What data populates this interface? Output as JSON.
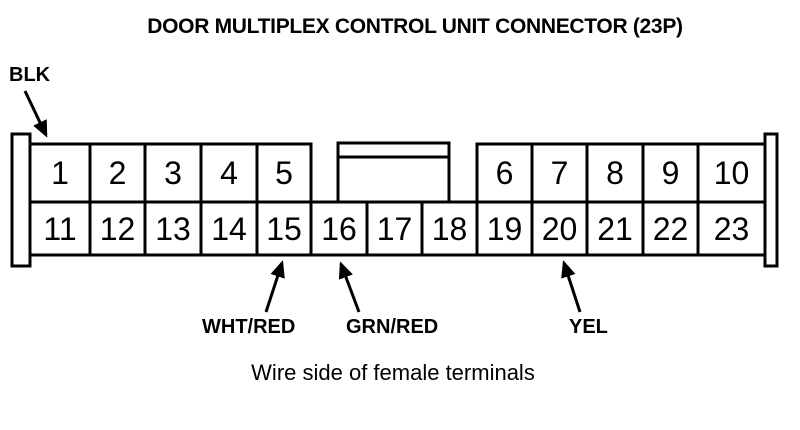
{
  "title": "DOOR MULTIPLEX CONTROL UNIT CONNECTOR (23P)",
  "caption": "Wire side of female terminals",
  "colors": {
    "ink": "#000000",
    "paper": "#ffffff"
  },
  "connector": {
    "pin_count_label": "23P",
    "top_row_left_pins": [
      "1",
      "2",
      "3",
      "4",
      "5"
    ],
    "top_row_right_pins": [
      "6",
      "7",
      "8",
      "9",
      "10"
    ],
    "bottom_row_pins": [
      "11",
      "12",
      "13",
      "14",
      "15",
      "16",
      "17",
      "18",
      "19",
      "20",
      "21",
      "22",
      "23"
    ]
  },
  "wire_labels": {
    "blk": {
      "text": "BLK",
      "points_to": "connector-housing-top-left"
    },
    "whtred": {
      "text": "WHT/RED",
      "points_to": "pin-15"
    },
    "grnred": {
      "text": "GRN/RED",
      "points_to": "pin-16"
    },
    "yel": {
      "text": "YEL",
      "points_to": "pin-20"
    }
  }
}
